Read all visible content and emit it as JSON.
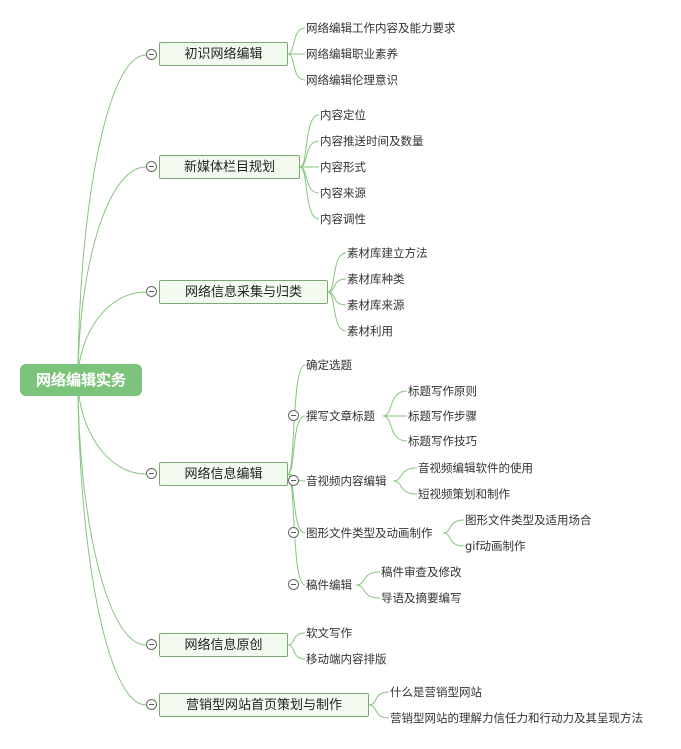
{
  "root": "网络编辑实务",
  "branches": [
    {
      "label": "初识网络编辑",
      "children": [
        "网络编辑工作内容及能力要求",
        "网络编辑职业素养",
        "网络编辑伦理意识"
      ]
    },
    {
      "label": "新媒体栏目规划",
      "children": [
        "内容定位",
        "内容推送时间及数量",
        "内容形式",
        "内容来源",
        "内容调性"
      ]
    },
    {
      "label": "网络信息采集与归类",
      "children": [
        "素材库建立方法",
        "素材库种类",
        "素材库来源",
        "素材利用"
      ]
    },
    {
      "label": "网络信息编辑",
      "children": [
        {
          "label": "确定选题"
        },
        {
          "label": "撰写文章标题",
          "children": [
            "标题写作原则",
            "标题写作步骤",
            "标题写作技巧"
          ]
        },
        {
          "label": "音视频内容编辑",
          "children": [
            "音视频编辑软件的使用",
            "短视频策划和制作"
          ]
        },
        {
          "label": "图形文件类型及动画制作",
          "children": [
            "图形文件类型及适用场合",
            "gif动画制作"
          ]
        },
        {
          "label": "稿件编辑",
          "children": [
            "稿件审查及修改",
            "导语及摘要编写"
          ]
        }
      ]
    },
    {
      "label": "网络信息原创",
      "children": [
        "软文写作",
        "移动端内容排版"
      ]
    },
    {
      "label": "营销型网站首页策划与制作",
      "children": [
        "什么是营销型网站",
        "营销型网站的理解力信任力和行动力及其呈现方法"
      ]
    }
  ],
  "colors": {
    "line": "#86c57f",
    "root_bg": "#7cc47b",
    "branch_bg": "#f2f9ee",
    "branch_border": "#7aaa6f"
  }
}
